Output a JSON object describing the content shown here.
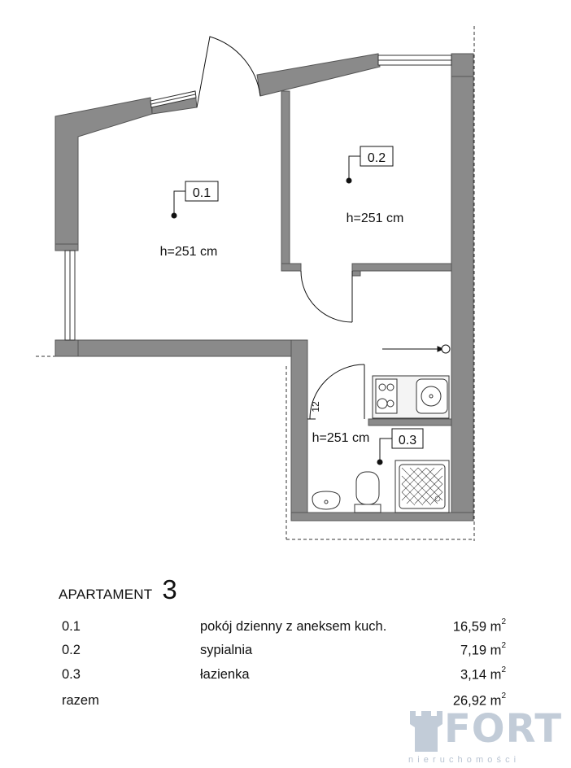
{
  "plan": {
    "rooms": [
      {
        "code": "0.1",
        "height_label": "h=251 cm"
      },
      {
        "code": "0.2",
        "height_label": "h=251 cm"
      },
      {
        "code": "0.3",
        "height_label": "h=251 cm"
      }
    ],
    "dimension_label": "12"
  },
  "legend": {
    "apartment_label": "APARTAMENT",
    "apartment_number": "3",
    "rows": [
      {
        "code": "0.1",
        "name": "pokój dzienny z aneksem kuch.",
        "area": "16,59 m",
        "unit_exp": "2"
      },
      {
        "code": "0.2",
        "name": "sypialnia",
        "area": "7,19 m",
        "unit_exp": "2"
      },
      {
        "code": "0.3",
        "name": "łazienka",
        "area": "3,14 m",
        "unit_exp": "2"
      },
      {
        "code": "razem",
        "name": "",
        "area": "26,92 m",
        "unit_exp": "2"
      }
    ]
  },
  "logo": {
    "word": "FORT",
    "tagline": "nieruchomości",
    "color": "#c2ccd8"
  },
  "colors": {
    "wall": "#8a8a8a",
    "wall_outline": "#555555",
    "line": "#111111"
  }
}
